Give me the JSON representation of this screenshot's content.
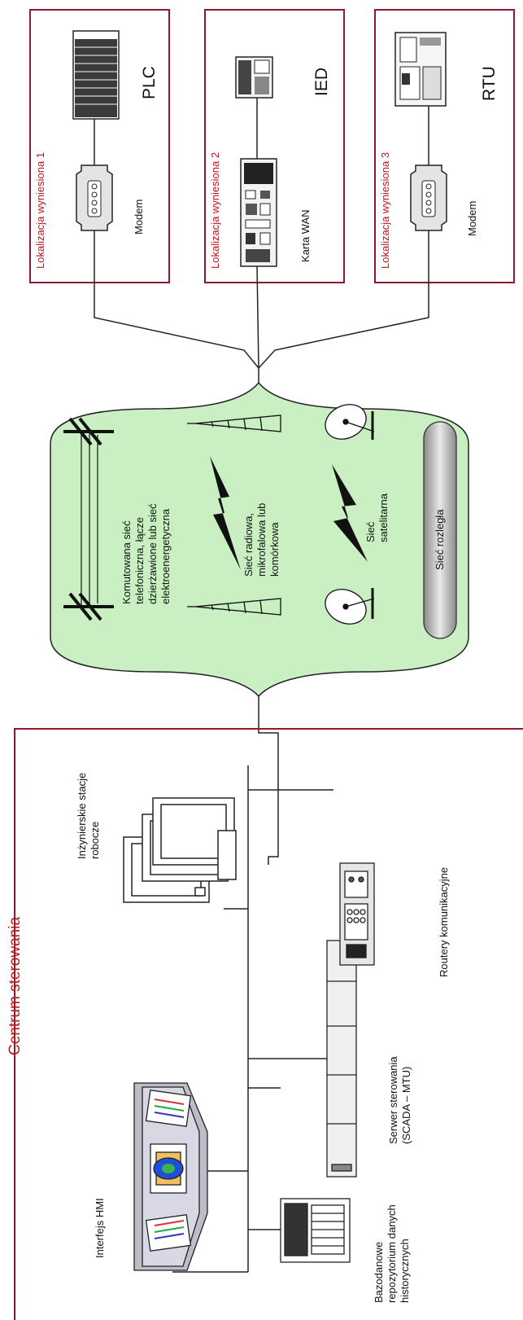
{
  "sites": [
    {
      "location": "Lokalizacja wyniesiona 1",
      "device": "PLC",
      "link": "Modem"
    },
    {
      "location": "Lokalizacja wyniesiona 2",
      "device": "IED",
      "link": "Karta WAN"
    },
    {
      "location": "Lokalizacja wyniesiona 3",
      "device": "RTU",
      "link": "Modem"
    }
  ],
  "wan": {
    "telephone": [
      "Komutowana sieć",
      "telefoniczna, łącze",
      "dzierżawione lub sieć",
      "elektroenergetyczna"
    ],
    "radio": [
      "Sieć radiowa,",
      "mikrofalowa lub",
      "komórkowa"
    ],
    "satellite": [
      "Sieć",
      "satelitarna"
    ],
    "wide_area": "Sieć rozległa"
  },
  "control_center": {
    "title": "Centrum sterowania",
    "hmi": "Interfejs HMI",
    "workstations": [
      "Inżynierskie stacje",
      "robocze"
    ],
    "historian": [
      "Bazodanowe",
      "repozytorium danych",
      "historycznych"
    ],
    "server": [
      "Serwer sterowania",
      "(SCADA – MTU)"
    ],
    "routers": "Routery komunikacyjne"
  },
  "colors": {
    "cloud_fill": "#c9efc3",
    "box_border": "#8b1a2b",
    "title_red": "#c0151b"
  }
}
